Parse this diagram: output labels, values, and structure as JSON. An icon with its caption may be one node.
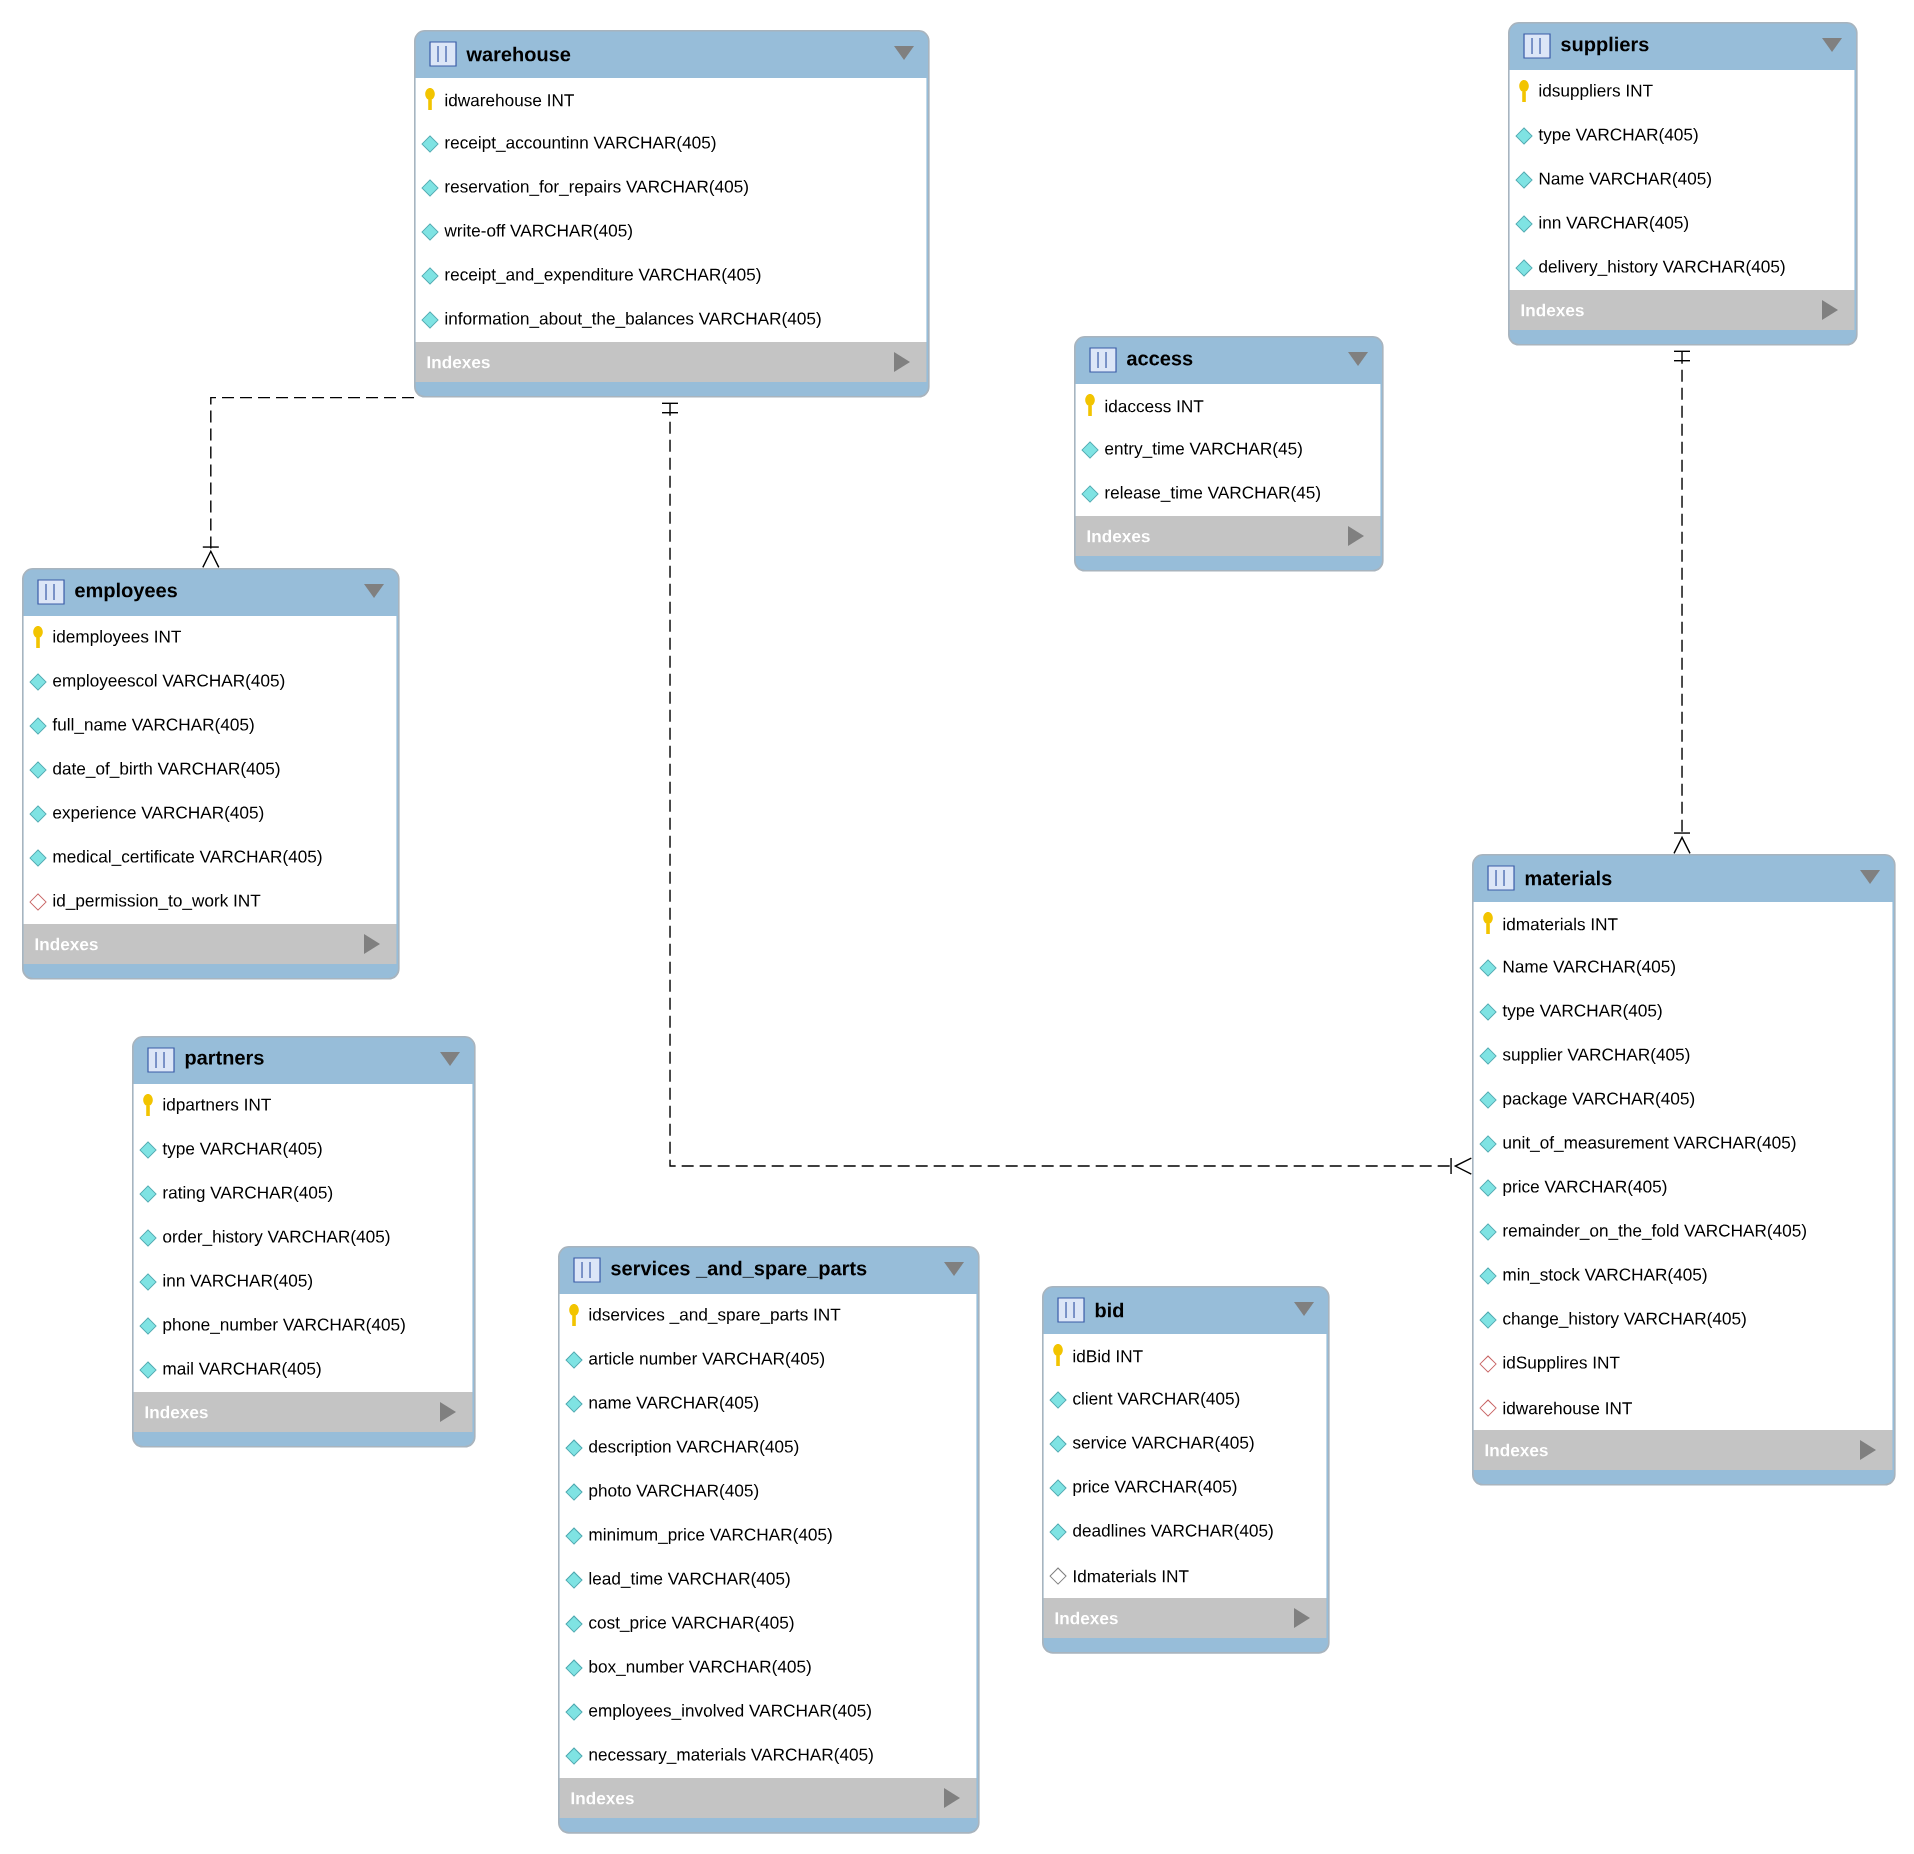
{
  "diagram": {
    "nodes": [
      {
        "text": [
          "warehouse",
          "idwarehouse INT",
          "receipt_accountinn VARCHAR(405)",
          "reservation_for_repairs VARCHAR(405)",
          "write-off VARCHAR(405)",
          "receipt_and_expenditure VARCHAR(405)",
          "information_about_the_balances VARCHAR(405)",
          "Indexes"
        ]
      },
      {
        "text": [
          "suppliers",
          "idsuppliers INT",
          "type VARCHAR(405)",
          "Name VARCHAR(405)",
          "inn VARCHAR(405)",
          "delivery_history VARCHAR(405)",
          "Indexes"
        ]
      },
      {
        "text": [
          "access",
          "idaccess INT",
          "entry_time VARCHAR(45)",
          "release_time VARCHAR(45)",
          "Indexes"
        ]
      },
      {
        "text": [
          "employees",
          "idemployees INT",
          "employeescol VARCHAR(405)",
          "full_name VARCHAR(405)",
          "date_of_birth VARCHAR(405)",
          "experience VARCHAR(405)",
          "medical_certificate VARCHAR(405)",
          "id_permission_to_work INT",
          "Indexes"
        ]
      },
      {
        "text": [
          "materials",
          "idmaterials INT",
          "Name VARCHAR(405)",
          "type VARCHAR(405)",
          "supplier VARCHAR(405)",
          "package VARCHAR(405)",
          "unit_of_measurement VARCHAR(405)",
          "price VARCHAR(405)",
          "remainder_on_the_fold VARCHAR(405)",
          "min_stock VARCHAR(405)",
          "change_history VARCHAR(405)",
          "idSupplires INT",
          "idwarehouse INT",
          "Indexes"
        ]
      },
      {
        "text": [
          "partners",
          "idpartners INT",
          "type VARCHAR(405)",
          "rating VARCHAR(405)",
          "order_history VARCHAR(405)",
          "inn VARCHAR(405)",
          "phone_number VARCHAR(405)",
          "mail VARCHAR(405)",
          "Indexes"
        ]
      },
      {
        "text": [
          "services _and_spare_parts",
          "idservices _and_spare_parts INT",
          "article number VARCHAR(405)",
          "name VARCHAR(405)",
          "description VARCHAR(405)",
          "photo VARCHAR(405)",
          "minimum_price VARCHAR(405)",
          "lead_time VARCHAR(405)",
          "cost_price VARCHAR(405)",
          "box_number VARCHAR(405)",
          "employees_involved VARCHAR(405)",
          "necessary_materials VARCHAR(405)",
          "Indexes"
        ]
      },
      {
        "text": [
          "bid",
          "idBid INT",
          "client VARCHAR(405)",
          "service VARCHAR(405)",
          "price VARCHAR(405)",
          "deadlines VARCHAR(405)",
          "Idmaterials INT",
          "Indexes"
        ]
      }
    ],
    "edges": [
      {
        "from": 0,
        "to": 3,
        "arrow": "other",
        "style": "dashed"
      },
      {
        "from": 0,
        "to": 4,
        "arrow": "other",
        "style": "dashed"
      },
      {
        "from": 1,
        "to": 4,
        "arrow": "other",
        "style": "dashed"
      }
    ]
  }
}
